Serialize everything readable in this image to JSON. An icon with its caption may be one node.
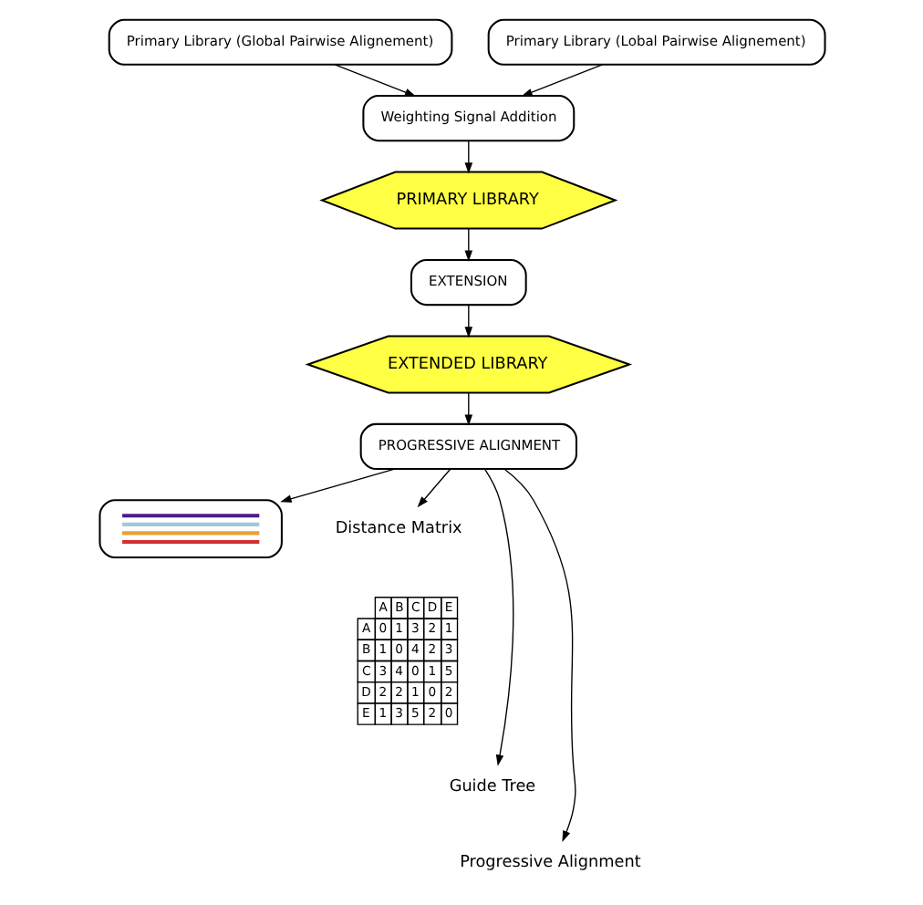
{
  "diagram": {
    "nodes": [
      {
        "text": [
          "Primary Library (Global Pairwise Alignement)"
        ]
      },
      {
        "text": [
          "Primary Library (Lobal Pairwise Alignement)"
        ]
      },
      {
        "text": [
          "Weighting Signal Addition"
        ]
      },
      {
        "text": [
          "PRIMARY LIBRARY"
        ]
      },
      {
        "text": [
          "EXTENSION"
        ]
      },
      {
        "text": [
          "EXTENDED LIBRARY"
        ]
      },
      {
        "text": [
          "PROGRESSIVE ALIGNMENT"
        ]
      },
      {
        "text": [],
        "shape": "box"
      },
      {
        "text": [
          "Distance Matrix"
        ]
      },
      {
        "text": [
          "Guide Tree"
        ]
      },
      {
        "text": [
          "Progressive Alignment"
        ]
      }
    ],
    "edges": [
      {
        "from": 0,
        "to": 2,
        "arrow": "to"
      },
      {
        "from": 1,
        "to": 2,
        "arrow": "to"
      },
      {
        "from": 2,
        "to": 3,
        "arrow": "to"
      },
      {
        "from": 3,
        "to": 4,
        "arrow": "to"
      },
      {
        "from": 4,
        "to": 5,
        "arrow": "to"
      },
      {
        "from": 5,
        "to": 6,
        "arrow": "to"
      },
      {
        "from": 6,
        "to": 7,
        "arrow": "to"
      },
      {
        "from": 6,
        "to": 8,
        "arrow": "to"
      },
      {
        "from": 6,
        "to": 9,
        "arrow": "to"
      },
      {
        "from": 6,
        "to": 10,
        "arrow": "to"
      }
    ],
    "labels": [
      "A",
      "B",
      "C",
      "D",
      "E",
      "A",
      "0",
      "1",
      "3",
      "2",
      "1",
      "B",
      "1",
      "0",
      "4",
      "2",
      "3",
      "C",
      "3",
      "4",
      "0",
      "1",
      "5",
      "D",
      "2",
      "2",
      "1",
      "0",
      "2",
      "E",
      "1",
      "3",
      "5",
      "2",
      "0"
    ]
  }
}
